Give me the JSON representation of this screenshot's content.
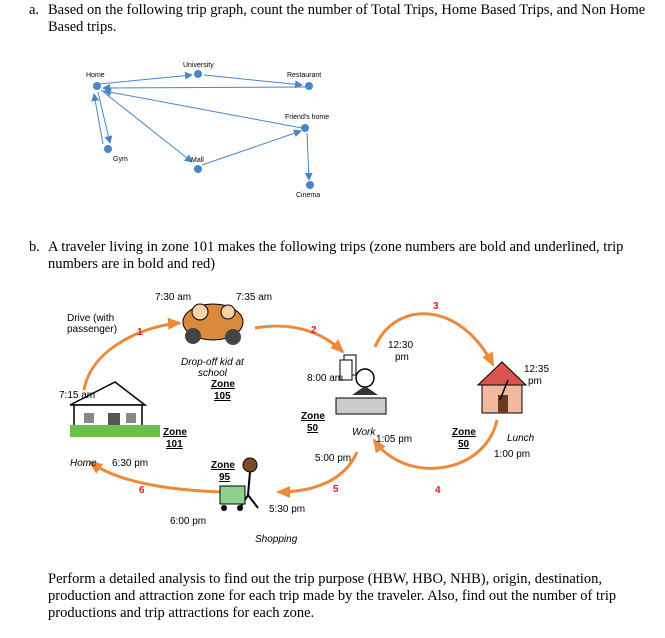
{
  "part_a": {
    "label": "a.",
    "text": "Based on the following trip graph, count the number of Total Trips, Home Based Trips, and Non Home Based trips.",
    "graph_nodes": {
      "home": "Home",
      "university": "University",
      "restaurant": "Restaurant",
      "friends_home": "Friend's home",
      "gym": "Gym",
      "mall": "Mall",
      "cinema": "Cinema"
    }
  },
  "part_b": {
    "label": "b.",
    "text": "A traveler living in zone 101 makes the following trips (zone numbers are bold and underlined, trip numbers are in bold and red)"
  },
  "diagram": {
    "time_730": "7:30 am",
    "time_735": "7:35 am",
    "drive_label_1": "Drive (with",
    "drive_label_2": "passenger)",
    "trip1": "1",
    "trip2": "2",
    "trip3": "3",
    "trip4": "4",
    "trip5": "5",
    "trip6": "6",
    "dropoff_1": "Drop-off kid at",
    "dropoff_2": "school",
    "zone_word": "Zone",
    "zone105": "105",
    "zone50": "50",
    "zone101": "101",
    "zone95": "95",
    "time_715": "7:15 am",
    "time_800": "8:00 am",
    "time_1230_a": "12:30",
    "time_1230_b": "pm",
    "time_1235_a": "12:35",
    "time_1235_b": "pm",
    "work": "Work",
    "time_105": "1:05 pm",
    "lunch": "Lunch",
    "time_100": "1:00 pm",
    "home": "Home",
    "time_630": "6:30 pm",
    "time_500": "5:00 pm",
    "time_530": "5:30 pm",
    "time_600": "6:00 pm",
    "shopping": "Shopping"
  },
  "final": {
    "text": "Perform a detailed analysis to find out the trip purpose (HBW, HBO, NHB), origin, destination, production and attraction zone for each trip made by the traveler. Also, find out the number of trip productions and trip attractions for each zone."
  },
  "colors": {
    "node": "#4a86c5",
    "arrow": "#4a86c5",
    "trip_arrow": "#ed8a3a",
    "trip_number": "#e01b1b"
  }
}
